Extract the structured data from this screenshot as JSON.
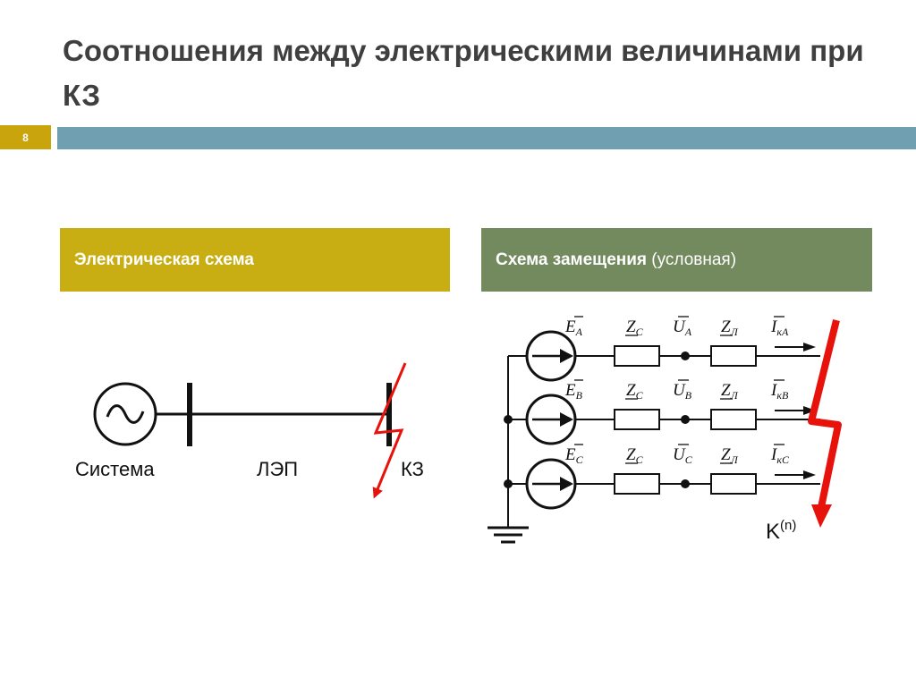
{
  "slide": {
    "title": "Соотношения между электрическими величинами при КЗ",
    "number": "8"
  },
  "panels": {
    "left": {
      "title": "Электрическая схема"
    },
    "right": {
      "title": "Схема замещения",
      "subtitle": " (условная)"
    }
  },
  "left_diagram": {
    "system_label": "Система",
    "line_label": "ЛЭП",
    "fault_label": "КЗ"
  },
  "right_diagram": {
    "phases": [
      {
        "emf": "E",
        "emf_sub": "A",
        "z_source": "Z",
        "z_source_sub": "C",
        "voltage": "U",
        "voltage_sub": "A",
        "z_line": "Z",
        "z_line_sub": "Л",
        "current": "I",
        "current_sub": "кA"
      },
      {
        "emf": "E",
        "emf_sub": "B",
        "z_source": "Z",
        "z_source_sub": "C",
        "voltage": "U",
        "voltage_sub": "B",
        "z_line": "Z",
        "z_line_sub": "Л",
        "current": "I",
        "current_sub": "кB"
      },
      {
        "emf": "E",
        "emf_sub": "C",
        "z_source": "Z",
        "z_source_sub": "C",
        "voltage": "U",
        "voltage_sub": "C",
        "z_line": "Z",
        "z_line_sub": "Л",
        "current": "I",
        "current_sub": "кC"
      }
    ],
    "fault_label": "K",
    "fault_superscript": "(n)"
  },
  "colors": {
    "title": "#3f3f3f",
    "number_box": "#c9a40c",
    "bar": "#6f9fb0",
    "left_header": "#c9ae13",
    "right_header": "#738a5f",
    "fault": "#e8120c",
    "wire": "#111111"
  }
}
